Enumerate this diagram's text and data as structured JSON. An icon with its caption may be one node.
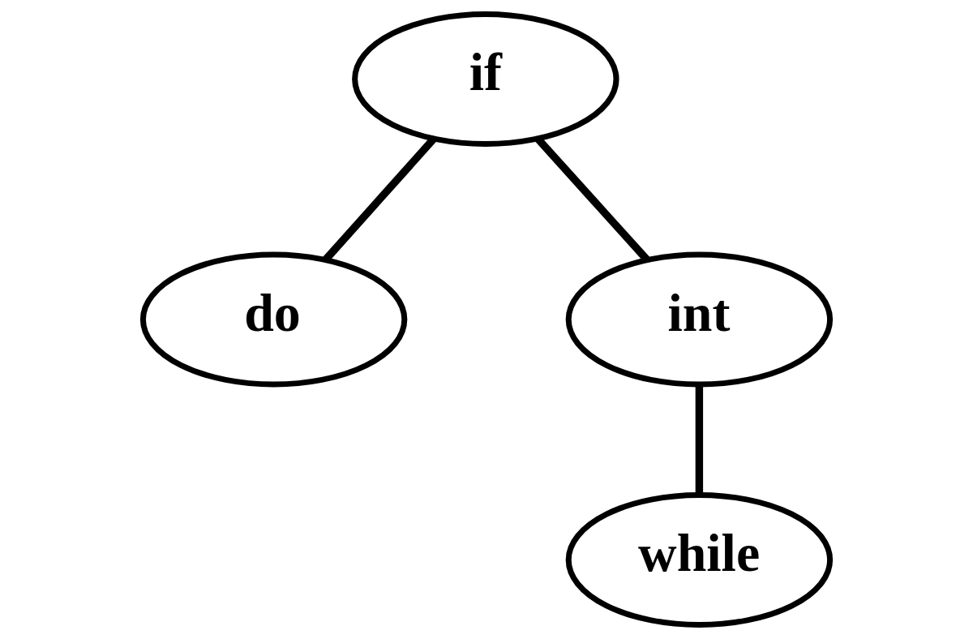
{
  "diagram": {
    "nodes": [
      {
        "text": [
          "if"
        ]
      },
      {
        "text": [
          "do"
        ]
      },
      {
        "text": [
          "int"
        ]
      },
      {
        "text": [
          "while"
        ]
      }
    ],
    "edges": [
      {
        "from": 0,
        "to": 1,
        "arrow": "none"
      },
      {
        "from": 0,
        "to": 2,
        "arrow": "none"
      },
      {
        "from": 2,
        "to": 3,
        "arrow": "none"
      }
    ]
  }
}
